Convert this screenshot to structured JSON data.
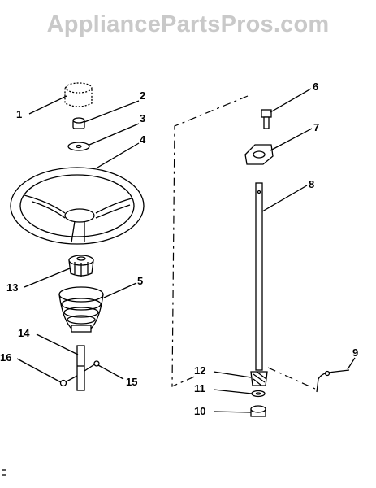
{
  "watermark": "AppliancePartsPros.com",
  "callouts": [
    {
      "id": "c1",
      "label": "1"
    },
    {
      "id": "c2",
      "label": "2"
    },
    {
      "id": "c3",
      "label": "3"
    },
    {
      "id": "c4",
      "label": "4"
    },
    {
      "id": "c5",
      "label": "5"
    },
    {
      "id": "c6",
      "label": "6"
    },
    {
      "id": "c7",
      "label": "7"
    },
    {
      "id": "c8",
      "label": "8"
    },
    {
      "id": "c9",
      "label": "9"
    },
    {
      "id": "c10",
      "label": "10"
    },
    {
      "id": "c11",
      "label": "11"
    },
    {
      "id": "c12",
      "label": "12"
    },
    {
      "id": "c13",
      "label": "13"
    },
    {
      "id": "c14",
      "label": "14"
    },
    {
      "id": "c15",
      "label": "15"
    },
    {
      "id": "c16",
      "label": "16"
    }
  ]
}
